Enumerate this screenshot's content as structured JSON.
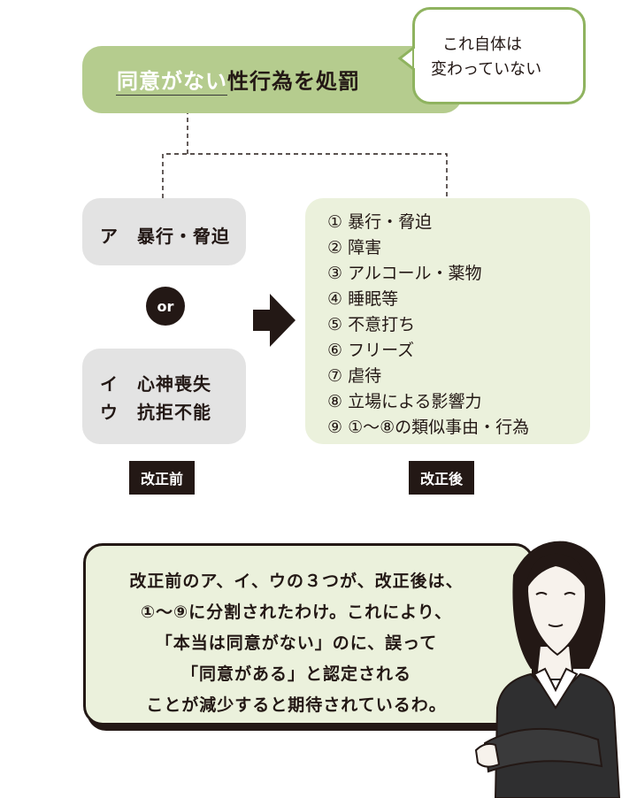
{
  "banner": {
    "highlight": "同意がない",
    "rest": "性行為を処罰"
  },
  "bubble": {
    "line1": "これ自体は",
    "line2": "変わっていない"
  },
  "before": {
    "box_a": "ア　暴行・脅迫",
    "or": "or",
    "box_iu_line1": "イ　心神喪失",
    "box_iu_line2": "ウ　抗拒不能",
    "label": "改正前"
  },
  "after": {
    "items": [
      "① 暴行・脅迫",
      "② 障害",
      "③ アルコール・薬物",
      "④ 睡眠等",
      "⑤ 不意打ち",
      "⑥ フリーズ",
      "⑦ 虐待",
      "⑧ 立場による影響力",
      "⑨ ①〜⑧の類似事由・行為"
    ],
    "label": "改正後"
  },
  "caption": {
    "lines": [
      "改正前のア、イ、ウの３つが、改正後は、",
      "①〜⑨に分割されたわけ。これにより、",
      "「本当は同意がない」のに、誤って",
      "「同意がある」と認定される",
      "ことが減少すると期待されているわ。"
    ]
  },
  "colors": {
    "banner_green": "#b5cc8e",
    "light_green": "#ebf1dc",
    "bubble_border": "#8fb35f",
    "grey": "#e3e3e3",
    "dark": "#231815"
  }
}
